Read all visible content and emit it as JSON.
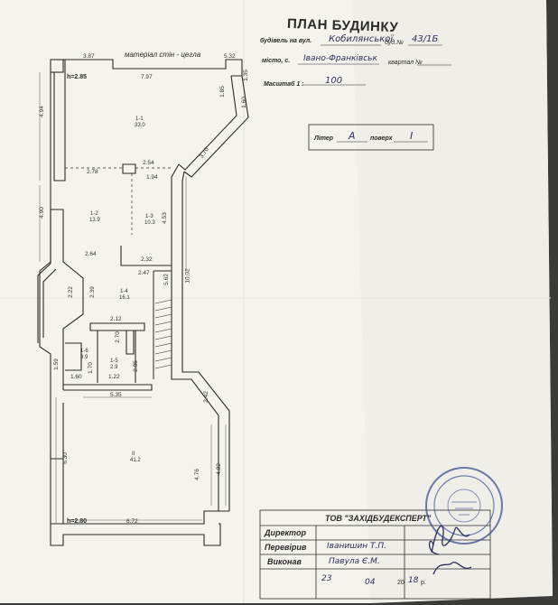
{
  "header": {
    "title": "ПЛАН БУДИНКУ",
    "street_label": "будівель на вул.",
    "street_value": "Кобилянської",
    "house_label": "буд.№",
    "house_value": "43/1Б",
    "block_label": "квартал №",
    "city_label": "місто, с.",
    "city_value": "Івано-Франківськ",
    "scale_label": "Масштаб 1 :",
    "scale_value": "100",
    "liter_label": "Літер",
    "liter_value": "А",
    "floor_label": "поверх",
    "floor_value": "I"
  },
  "plan": {
    "material_note": "матеріал стін - цегла",
    "h_top": "h=2.85",
    "h_bottom": "h=2.80",
    "dims": {
      "d387": "3.87",
      "d532": "5.32",
      "d797": "7.97",
      "d185": "1.85",
      "d135": "1.35",
      "d160": "1.60",
      "d494": "4.94",
      "d370": "3.70",
      "d254": "2.54",
      "d278": "2.78",
      "d194": "1.94",
      "d490": "4.90",
      "d453": "4.53",
      "d264": "2.64",
      "d232": "2.32",
      "d247": "2.47",
      "d1002": "10.02",
      "d222": "2.22",
      "d239": "2.39",
      "d562": "5.62",
      "d212": "2.12",
      "d270": "2.70",
      "d159": "1.59",
      "d170": "1.70",
      "d285": "2.85",
      "d160b": "1.60",
      "d122": "1.22",
      "d535": "5.35",
      "d242": "2.42",
      "d630": "6.30",
      "d476": "4.76",
      "d482": "4.82",
      "d672": "6.72"
    },
    "rooms": {
      "r11": "1-1",
      "r11a": "33.0",
      "r12": "1-2",
      "r12a": "13.9",
      "r13": "1-3",
      "r13a": "10.3",
      "r14": "1-4",
      "r14a": "16.1",
      "r16": "1-6",
      "r16a": "3.9",
      "r15": "1-5",
      "r15a": "2.9",
      "r2": "II",
      "r2a": "41.2"
    }
  },
  "stamp_block": {
    "company": "ТОВ \"ЗАХІДБУДЕКСПЕРТ\"",
    "director_label": "Директор",
    "checked_label": "Перевірив",
    "checked_name": "Іванишин Т.П.",
    "made_label": "Виконав",
    "made_name": "Павула Є.М.",
    "date_day": "23",
    "date_month": "04",
    "date_year_prefix": "20",
    "date_year": "18",
    "date_suffix": "р."
  },
  "colors": {
    "paper": "#f4f3ee",
    "line": "#2a2a2a",
    "ink": "#2b2f5a",
    "stamp": "#3d4f92",
    "background": "#3a3a38"
  }
}
